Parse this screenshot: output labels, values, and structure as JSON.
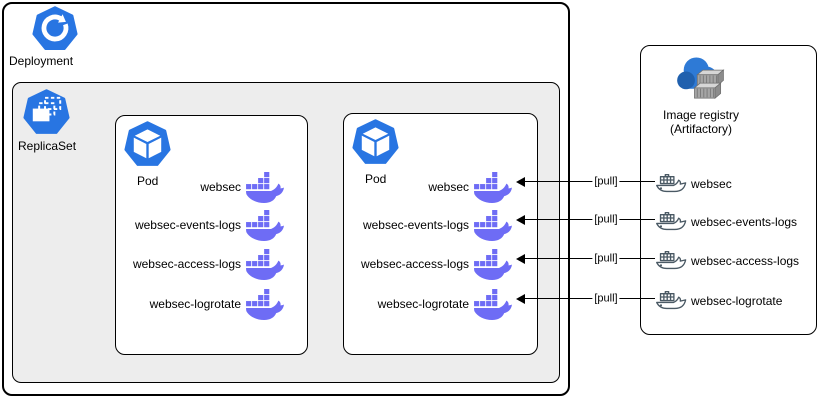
{
  "colors": {
    "k8s-blue": "#2875E2",
    "docker-purple": "#6E6CF5",
    "registry-gray": "#4A5964",
    "replicaset-bg": "#EDEDED",
    "cloud-blue": "#2E7AD6",
    "cloud-blue-dark": "#2060AE",
    "container-gray": "#A5A5A5",
    "container-gray-light": "#D6D6D6",
    "container-gray-dark": "#8C8C8C"
  },
  "deployment": {
    "label": "Deployment"
  },
  "replicaset": {
    "label": "ReplicaSet"
  },
  "pods": [
    {
      "label": "Pod",
      "containers": [
        "websec",
        "websec-events-logs",
        "websec-access-logs",
        "websec-logrotate"
      ]
    },
    {
      "label": "Pod",
      "containers": [
        "websec",
        "websec-events-logs",
        "websec-access-logs",
        "websec-logrotate"
      ]
    }
  ],
  "registry": {
    "title_line1": "Image registry",
    "title_line2": "(Artifactory)",
    "images": [
      "websec",
      "websec-events-logs",
      "websec-access-logs",
      "websec-logrotate"
    ]
  },
  "pulls": [
    {
      "label": "[pull]"
    },
    {
      "label": "[pull]"
    },
    {
      "label": "[pull]"
    },
    {
      "label": "[pull]"
    }
  ]
}
